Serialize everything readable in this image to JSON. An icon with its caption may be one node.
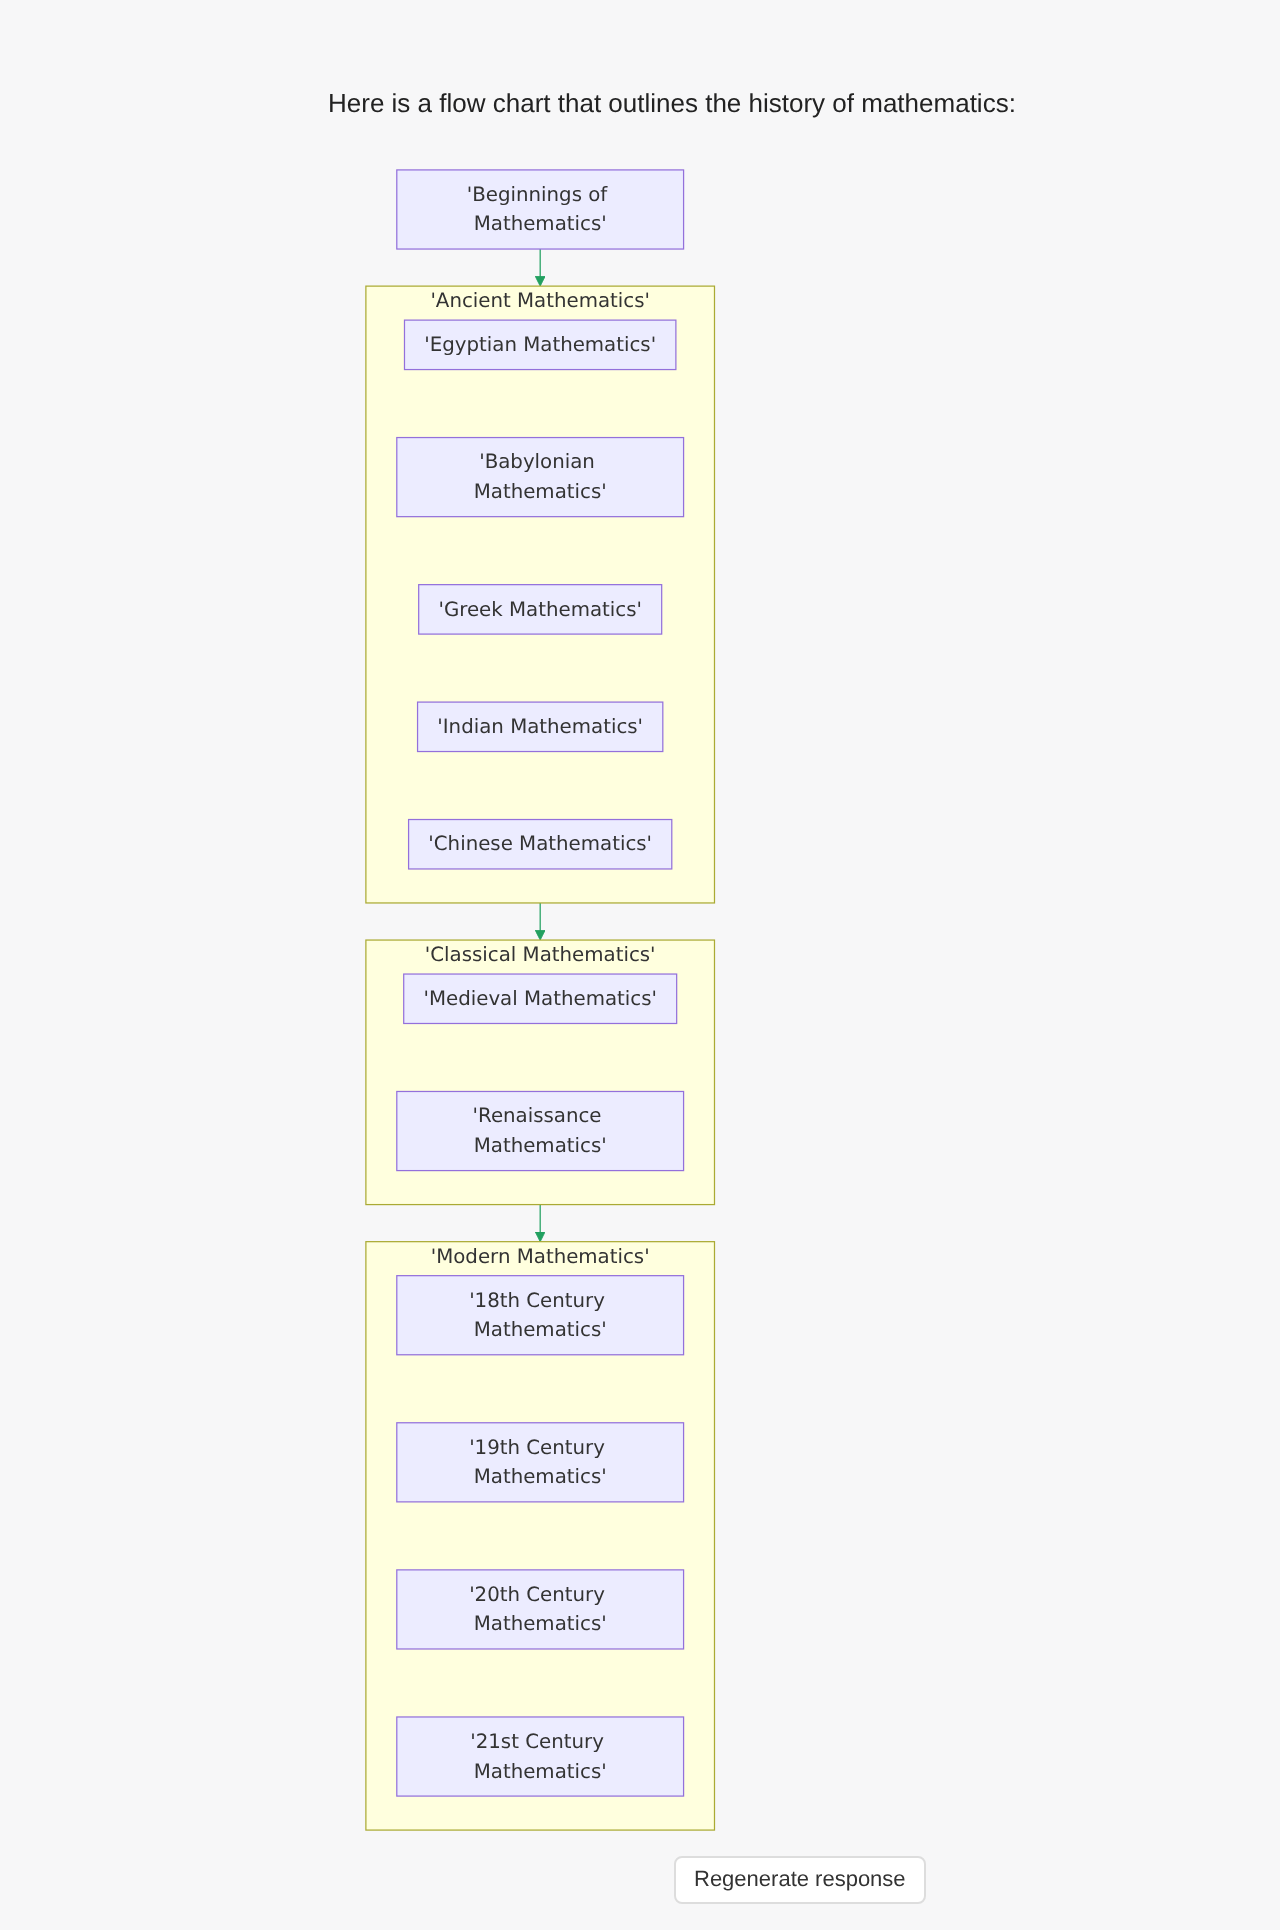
{
  "diagram": {
    "nodes": [
      {
        "text": [
          "'Beginnings of Mathematics'"
        ]
      },
      {
        "text": [
          "'Ancient Mathematics'"
        ]
      },
      {
        "text": [
          "'Egyptian Mathematics'"
        ],
        "in": 1
      },
      {
        "text": [
          "'Babylonian Mathematics'"
        ],
        "in": 1
      },
      {
        "text": [
          "'Greek Mathematics'"
        ],
        "in": 1
      },
      {
        "text": [
          "'Indian Mathematics'"
        ],
        "in": 1
      },
      {
        "text": [
          "'Chinese Mathematics'"
        ],
        "in": 1
      },
      {
        "text": [
          "'Classical Mathematics'"
        ]
      },
      {
        "text": [
          "'Medieval Mathematics'"
        ],
        "in": 7
      },
      {
        "text": [
          "'Renaissance Mathematics'"
        ],
        "in": 7
      },
      {
        "text": [
          "'Modern Mathematics'"
        ]
      },
      {
        "text": [
          "'18th Century Mathematics'"
        ],
        "in": 10
      },
      {
        "text": [
          "'19th Century Mathematics'"
        ],
        "in": 10
      },
      {
        "text": [
          "'20th Century Mathematics'"
        ],
        "in": 10
      },
      {
        "text": [
          "'21st Century Mathematics'"
        ],
        "in": 10
      }
    ],
    "edges": [
      {
        "from": 0,
        "to": 1,
        "arrow": "to"
      },
      {
        "from": 1,
        "to": 7,
        "arrow": "to"
      },
      {
        "from": 7,
        "to": 10,
        "arrow": "to"
      }
    ],
    "labels": [
      "Here is a flow chart that outlines the history of mathematics:",
      "Regenerate response"
    ]
  }
}
